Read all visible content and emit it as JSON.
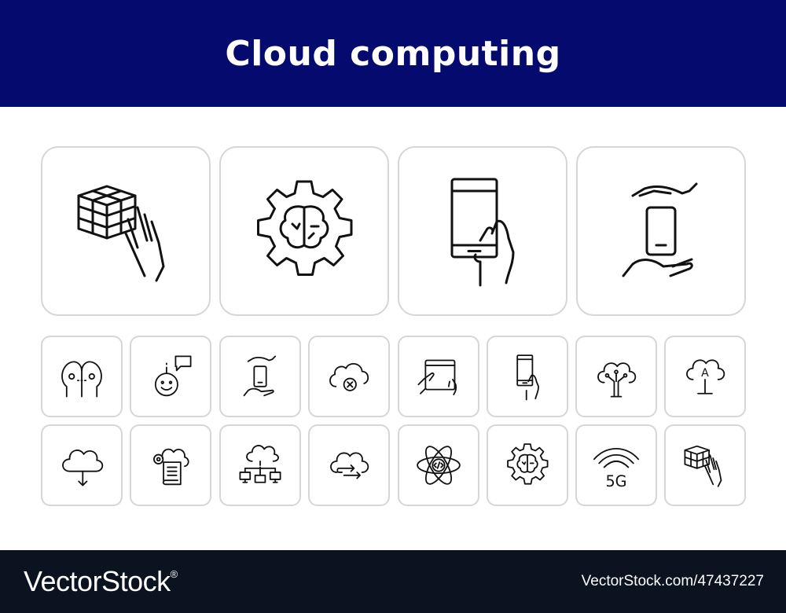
{
  "header": {
    "title": "Cloud computing",
    "background": "#050a6e"
  },
  "footer": {
    "brand": "VectorStock",
    "registered": "®",
    "image_id": "VectorStock.com/47437227",
    "background": "#0b1220"
  },
  "icons": {
    "large": [
      "cube-hand-icon",
      "brain-gear-icon",
      "hand-phone-icon",
      "phone-protect-hands-icon"
    ],
    "row1": [
      "two-heads-talk-icon",
      "robot-chat-icon",
      "phone-protect-hands-icon",
      "cloud-error-icon",
      "tablet-touch-icon",
      "hand-phone-icon",
      "cloud-tree-icon",
      "cloud-ai-icon"
    ],
    "row2": [
      "cloud-download-icon",
      "cloud-document-icon",
      "cloud-network-icon",
      "cloud-sync-icon",
      "atom-code-icon",
      "brain-gear-icon",
      "5g-signal-icon",
      "cube-hand-icon"
    ]
  },
  "labels": {
    "five_g": "5G",
    "ai_letter": "A"
  }
}
